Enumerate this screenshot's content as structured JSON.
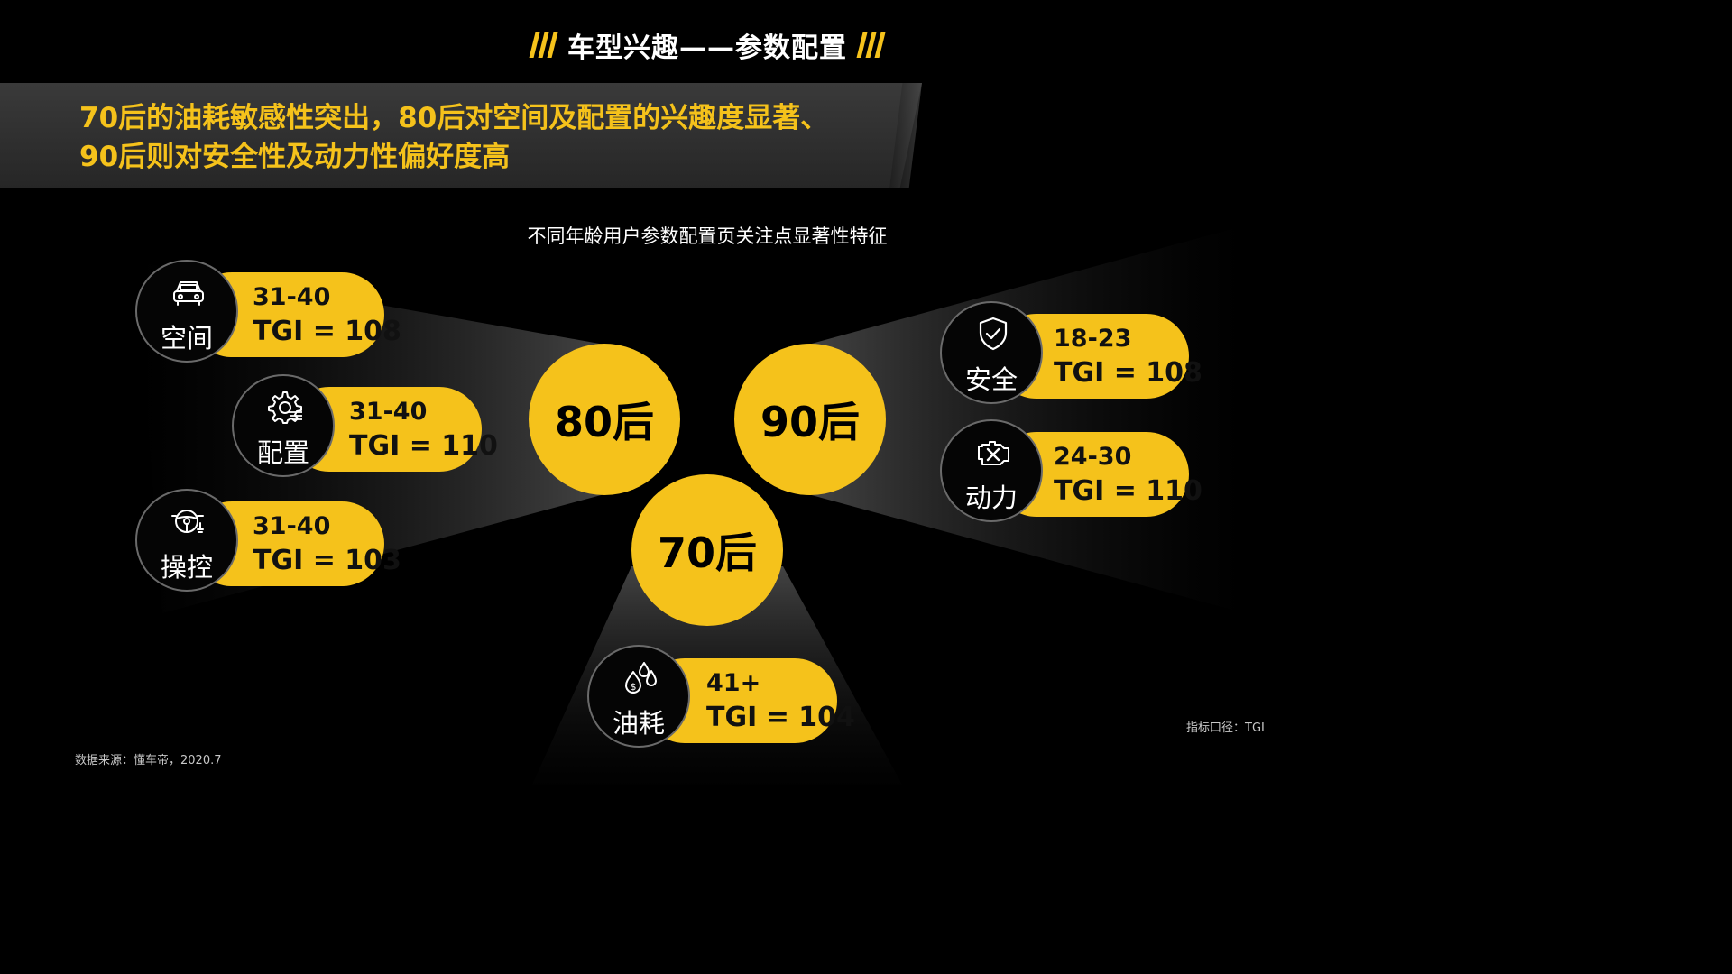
{
  "title": "车型兴趣——参数配置",
  "headline": {
    "line1": "70后的油耗敏感性突出，80后对空间及配置的兴趣度显著、",
    "line2": "90后则对安全性及动力性偏好度高"
  },
  "subtitle": "不同年龄用户参数配置页关注点显著性特征",
  "generations": {
    "g80": "80后",
    "g90": "90后",
    "g70": "70后"
  },
  "features": {
    "space": {
      "label": "空间",
      "age": "31-40",
      "tgi": "TGI = 108",
      "icon": "car-icon"
    },
    "config": {
      "label": "配置",
      "age": "31-40",
      "tgi": "TGI = 110",
      "icon": "gear-settings-icon"
    },
    "control": {
      "label": "操控",
      "age": "31-40",
      "tgi": "TGI = 103",
      "icon": "steering-wheel-icon"
    },
    "safety": {
      "label": "安全",
      "age": "18-23",
      "tgi": "TGI = 108",
      "icon": "shield-check-icon"
    },
    "power": {
      "label": "动力",
      "age": "24-30",
      "tgi": "TGI = 110",
      "icon": "engine-icon"
    },
    "fuel": {
      "label": "油耗",
      "age": "41+",
      "tgi": "TGI = 104",
      "icon": "fuel-drops-icon"
    }
  },
  "footer": {
    "source": "数据来源：懂车帝，2020.7",
    "metric": "指标口径：TGI"
  },
  "colors": {
    "accent": "#f5c21b",
    "background": "#000000"
  }
}
